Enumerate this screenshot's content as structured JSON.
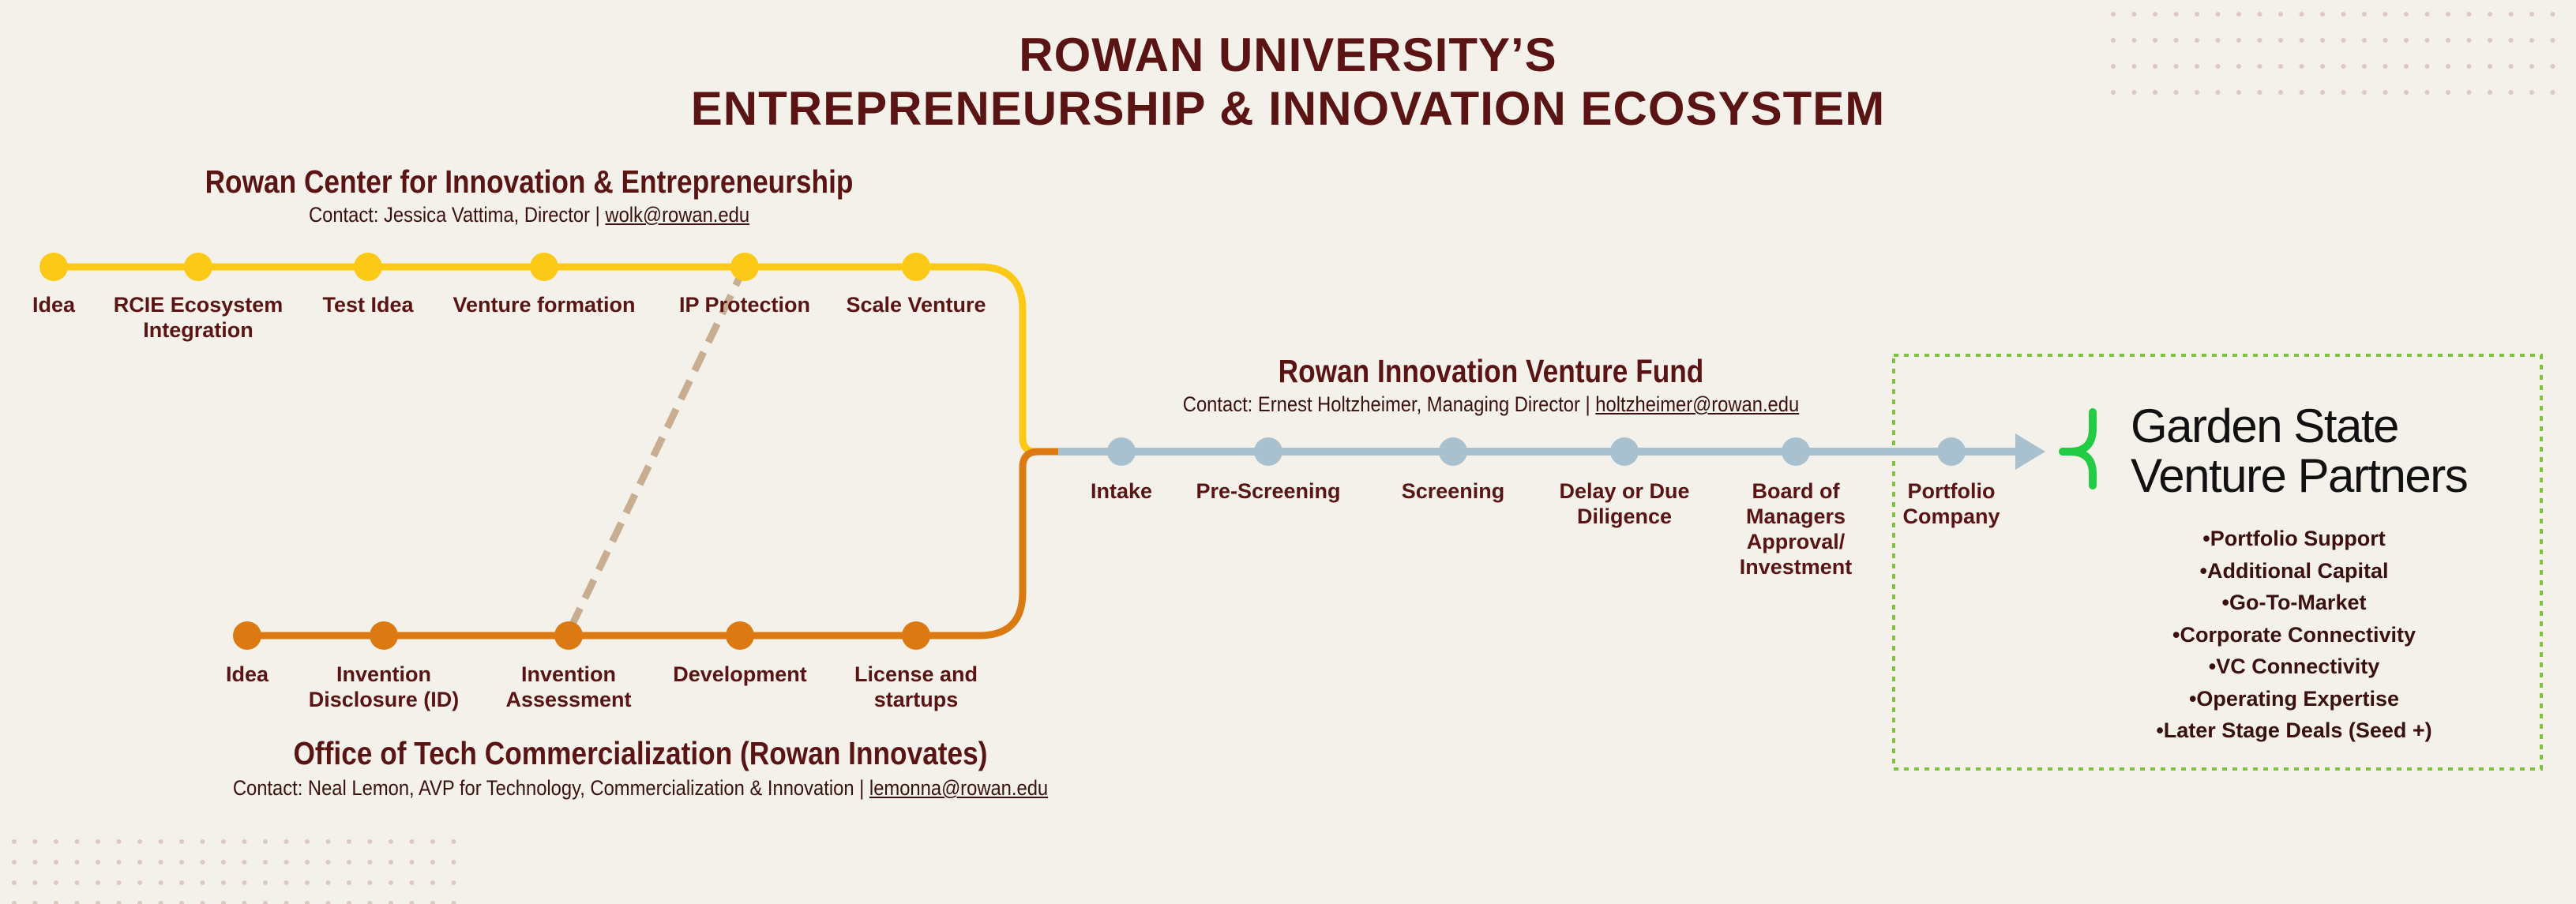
{
  "title": {
    "line1": "ROWAN UNIVERSITY’S",
    "line2": "ENTREPRENEURSHIP & INNOVATION ECOSYSTEM"
  },
  "rcie": {
    "title": "Rowan Center for Innovation & Entrepreneurship",
    "contact_prefix": "Contact: Jessica Vattima, Director | ",
    "contact_email": "wolk@rowan.edu",
    "line_color": "#fcc916",
    "stops": [
      {
        "line1": "Idea",
        "line2": ""
      },
      {
        "line1": "RCIE Ecosystem",
        "line2": "Integration"
      },
      {
        "line1": "Test Idea",
        "line2": ""
      },
      {
        "line1": "Venture formation",
        "line2": ""
      },
      {
        "line1": "IP Protection",
        "line2": ""
      },
      {
        "line1": "Scale Venture",
        "line2": ""
      }
    ]
  },
  "otc": {
    "title": "Office of Tech Commercialization (Rowan Innovates)",
    "contact_prefix": "Contact: Neal Lemon, AVP for Technology, Commercialization & Innovation | ",
    "contact_email": "lemonna@rowan.edu",
    "line_color": "#db7a12",
    "stops": [
      {
        "line1": "Idea",
        "line2": ""
      },
      {
        "line1": "Invention",
        "line2": "Disclosure (ID)"
      },
      {
        "line1": "Invention",
        "line2": "Assessment"
      },
      {
        "line1": "Development",
        "line2": ""
      },
      {
        "line1": "License and",
        "line2": "startups"
      }
    ]
  },
  "rivf": {
    "title": "Rowan Innovation Venture Fund",
    "contact_prefix": "Contact: Ernest Holtzheimer, Managing Director | ",
    "contact_email": "holtzheimer@rowan.edu",
    "line_color": "#a9c1cf",
    "stops": [
      {
        "lines": [
          "Intake"
        ]
      },
      {
        "lines": [
          "Pre-Screening"
        ]
      },
      {
        "lines": [
          "Screening"
        ]
      },
      {
        "lines": [
          "Delay or Due",
          "Diligence"
        ]
      },
      {
        "lines": [
          "Board of",
          "Managers",
          "Approval/",
          "Investment"
        ]
      },
      {
        "lines": [
          "Portfolio",
          "Company"
        ]
      }
    ]
  },
  "connector_color": "#c9ad90",
  "gsvp": {
    "name_line1": "Garden State",
    "name_line2": "Venture Partners",
    "mark_color": "#22cc44",
    "box_border_color": "#7fc241",
    "services": [
      "•Portfolio Support",
      "•Additional Capital",
      "•Go-To-Market",
      "•Corporate Connectivity",
      "•VC Connectivity",
      "•Operating Expertise",
      "•Later Stage Deals (Seed +)"
    ]
  }
}
